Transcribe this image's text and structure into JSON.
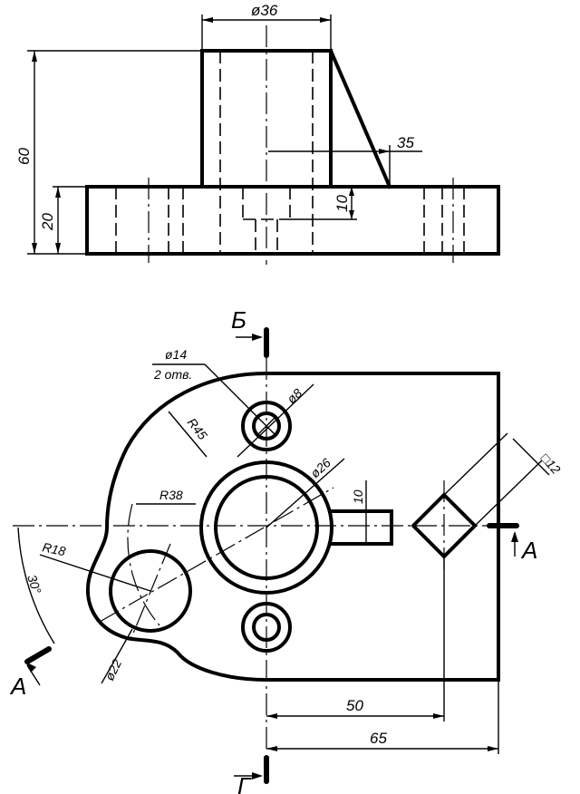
{
  "front_view": {
    "dims": {
      "diameter_top": "ø36",
      "height_total": "60",
      "height_base": "20",
      "height_center": "35",
      "depth_hole": "10"
    }
  },
  "top_view": {
    "dims": {
      "hole_d14": "ø14",
      "hole_count": "2 отв.",
      "hole_d8": "ø8",
      "radius_45": "R45",
      "boss_d26": "ø26",
      "radius_38": "R38",
      "slot_10": "10",
      "square_12": "□12",
      "radius_18": "R18",
      "angle_30": "30°",
      "hole_d22": "ø22",
      "dim_50": "50",
      "dim_65": "65"
    },
    "section_marks": {
      "b_top": "Б",
      "b_bottom": "Г",
      "a_right": "A",
      "a_left": "A"
    }
  }
}
